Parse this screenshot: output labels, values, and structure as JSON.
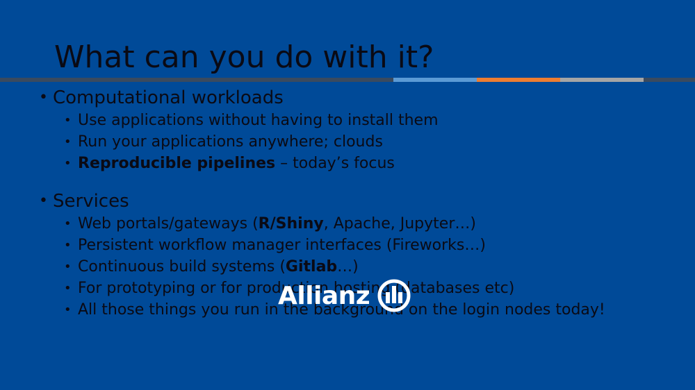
{
  "slide": {
    "title": "What can you do with it?",
    "sections": [
      {
        "heading": "Computational workloads",
        "items": [
          {
            "parts": [
              {
                "text": "Use applications without having to install them",
                "bold": false
              }
            ]
          },
          {
            "parts": [
              {
                "text": "Run your applications anywhere; clouds",
                "bold": false
              }
            ]
          },
          {
            "parts": [
              {
                "text": "Reproducible pipelines",
                "bold": true
              },
              {
                "text": " – today’s focus",
                "bold": false
              }
            ]
          }
        ]
      },
      {
        "heading": "Services",
        "items": [
          {
            "parts": [
              {
                "text": "Web portals/gateways (",
                "bold": false
              },
              {
                "text": "R/Shiny",
                "bold": true
              },
              {
                "text": ", Apache, Jupyter…)",
                "bold": false
              }
            ]
          },
          {
            "parts": [
              {
                "text": "Persistent workflow manager interfaces (Fireworks…)",
                "bold": false
              }
            ]
          },
          {
            "parts": [
              {
                "text": "Continuous build systems (",
                "bold": false
              },
              {
                "text": "Gitlab",
                "bold": true
              },
              {
                "text": "…)",
                "bold": false
              }
            ]
          },
          {
            "parts": [
              {
                "text": "For prototyping or for production hosting (databases etc)",
                "bold": false
              }
            ]
          },
          {
            "parts": [
              {
                "text": "All those things you run in the background on the login nodes today!",
                "bold": false
              }
            ]
          }
        ]
      }
    ]
  },
  "logo": {
    "text": "Allianz",
    "icon": "allianz-eagle-icon"
  },
  "colors": {
    "background": "#004a98",
    "bar": [
      "#3a4a5e",
      "#5b9bd5",
      "#ed7d31",
      "#a5a5a5",
      "#3a4a5e"
    ]
  }
}
